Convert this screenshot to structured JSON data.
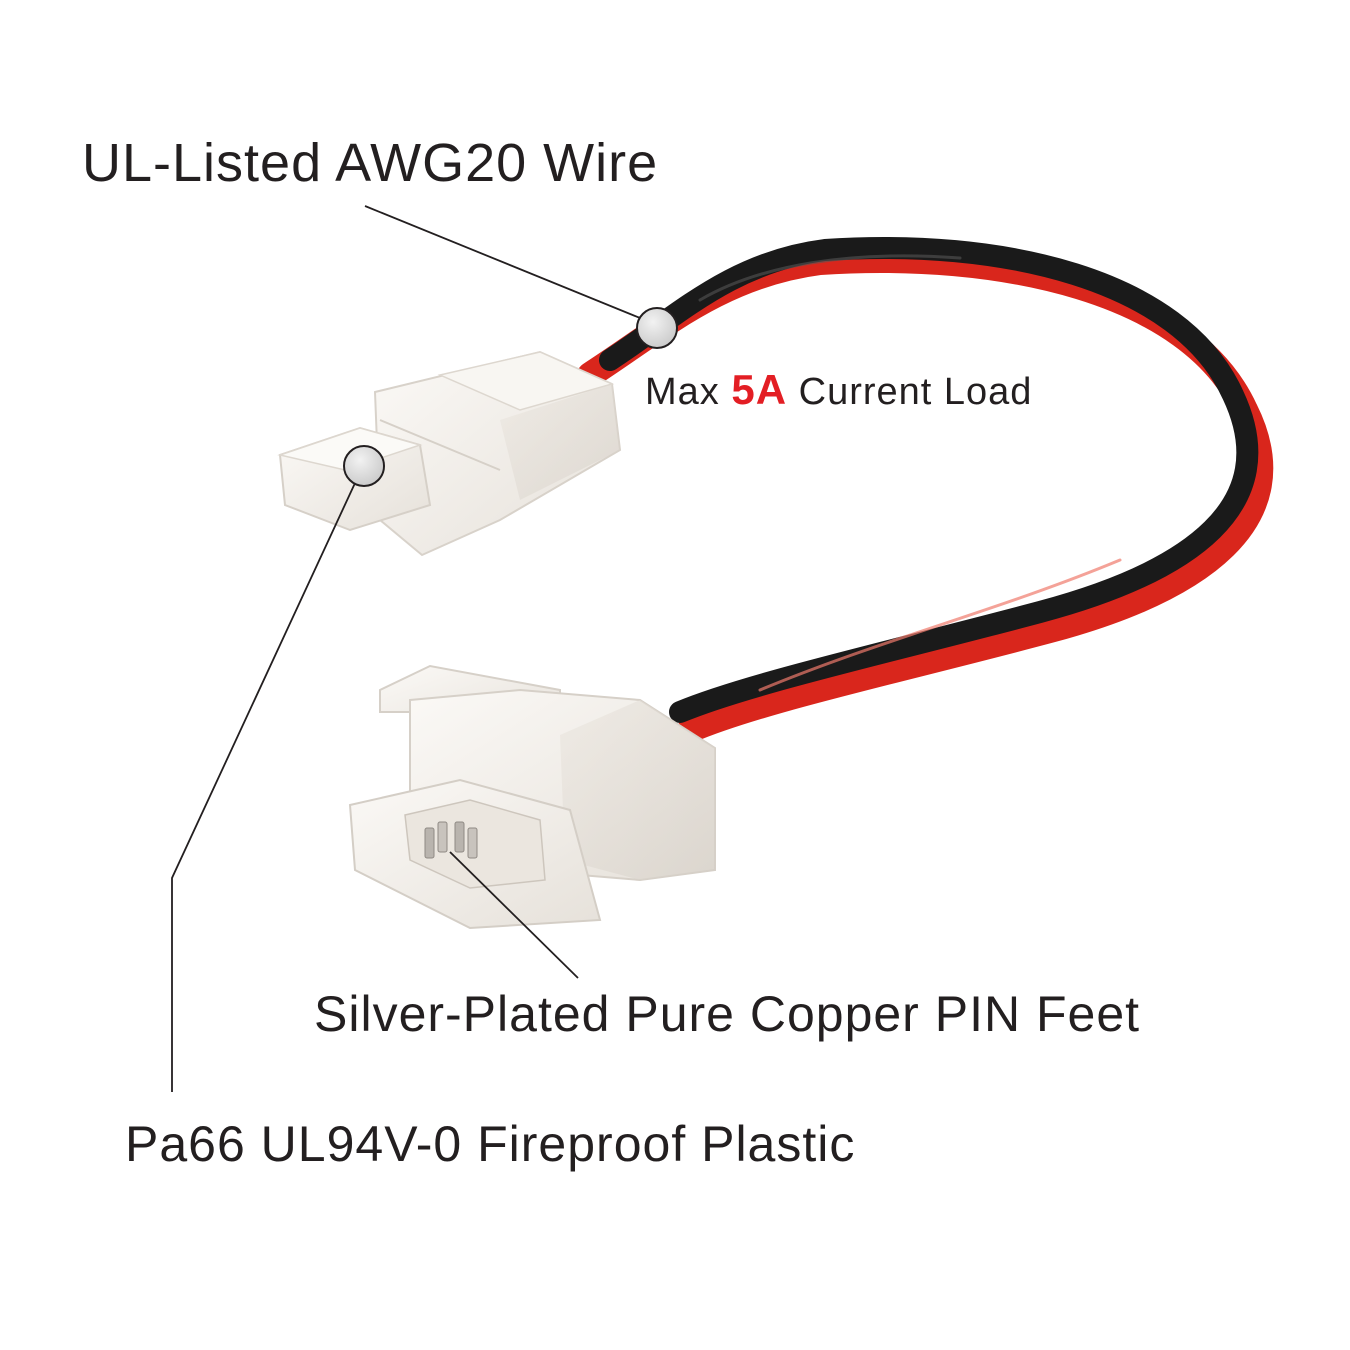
{
  "callouts": {
    "wire": "UL-Listed AWG20 Wire",
    "current": {
      "prefix": "Max ",
      "value": "5A",
      "suffix": " Current Load",
      "value_color": "#e31e24"
    },
    "pins": "Silver-Plated Pure Copper PIN Feet",
    "plastic": "Pa66 UL94V-0 Fireproof Plastic"
  },
  "colors": {
    "wire_red": "#d9261c",
    "wire_black": "#1a1a1a",
    "connector": "#f3efea",
    "leader_line": "#231f20",
    "marker": "#d9d9d9"
  }
}
